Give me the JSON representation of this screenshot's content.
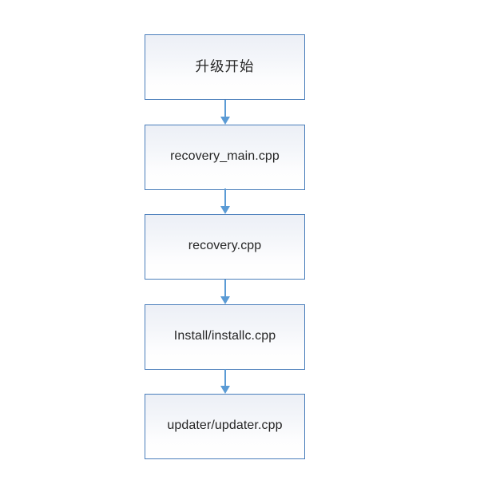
{
  "diagram": {
    "type": "flowchart",
    "orientation": "vertical-top-to-bottom",
    "background_color": "#ffffff",
    "node_border_color": "#4a7ebb",
    "node_fill_top_color": "#eceff6",
    "node_fill_bottom_color": "#ffffff",
    "node_text_color": "#262626",
    "connector_color": "#5b9bd5",
    "nodes": [
      {
        "id": "node-1",
        "label": "升级开始",
        "script": "cjk"
      },
      {
        "id": "node-2",
        "label": "recovery_main.cpp",
        "script": "latin"
      },
      {
        "id": "node-3",
        "label": "recovery.cpp",
        "script": "latin"
      },
      {
        "id": "node-4",
        "label": "Install/installc.cpp",
        "script": "latin"
      },
      {
        "id": "node-5",
        "label": "updater/updater.cpp",
        "script": "latin"
      }
    ],
    "connectors": [
      {
        "id": "conn-1",
        "from": "node-1",
        "to": "node-2",
        "arrowhead": "solid-triangle-down"
      },
      {
        "id": "conn-2",
        "from": "node-2",
        "to": "node-3",
        "arrowhead": "solid-triangle-down"
      },
      {
        "id": "conn-3",
        "from": "node-3",
        "to": "node-4",
        "arrowhead": "solid-triangle-down"
      },
      {
        "id": "conn-4",
        "from": "node-4",
        "to": "node-5",
        "arrowhead": "solid-triangle-down"
      }
    ]
  }
}
